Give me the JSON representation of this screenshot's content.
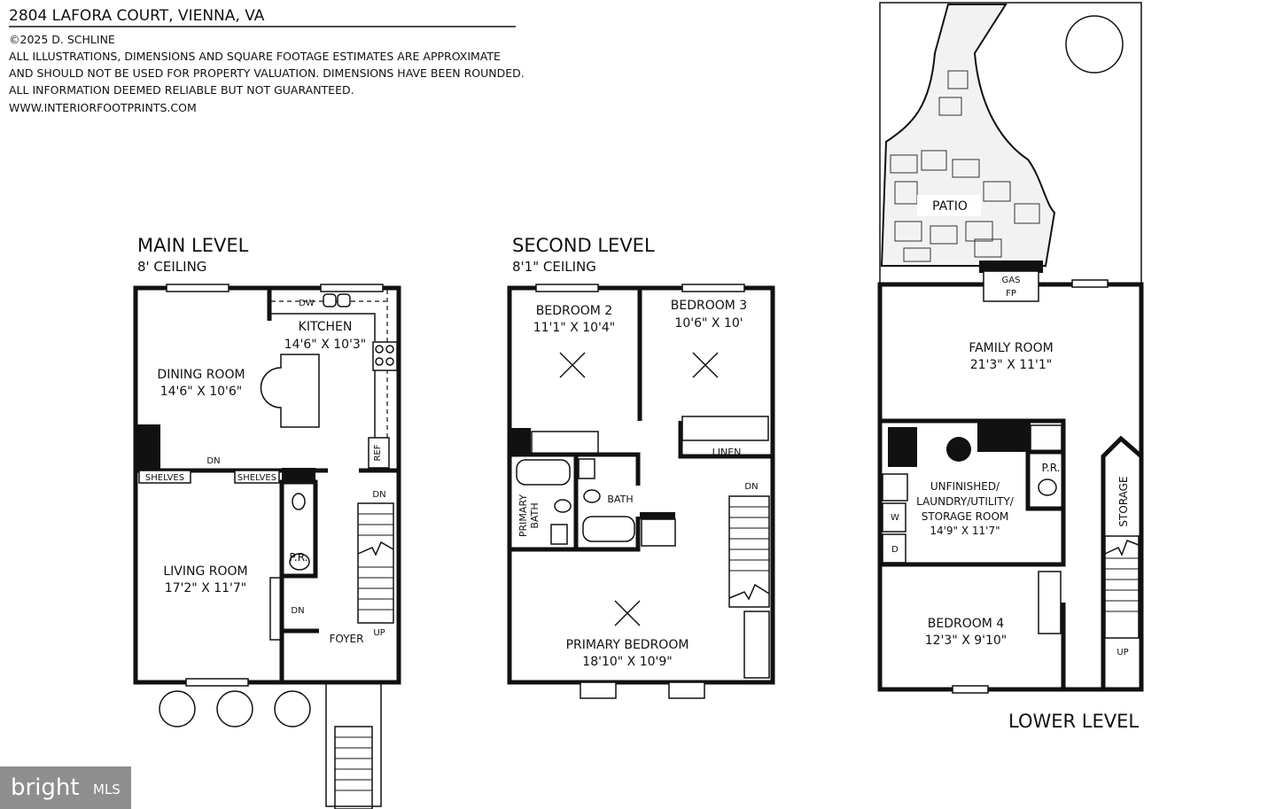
{
  "header": {
    "title": "2804 LAFORA COURT, VIENNA, VA",
    "copyright": "©2025 D. SCHLINE",
    "disclaimer_lines": [
      "ALL ILLUSTRATIONS, DIMENSIONS AND SQUARE FOOTAGE ESTIMATES ARE APPROXIMATE",
      "AND  SHOULD NOT BE USED FOR PROPERTY VALUATION. DIMENSIONS HAVE BEEN ROUNDED.",
      "ALL INFORMATION DEEMED RELIABLE BUT NOT GUARANTEED.",
      "WWW.INTERIORFOOTPRINTS.COM"
    ]
  },
  "main_level": {
    "title": "MAIN LEVEL",
    "ceiling": "8' CEILING",
    "rooms": {
      "kitchen": {
        "name": "KITCHEN",
        "dims": "14'6\" X 10'3\""
      },
      "dining": {
        "name": "DINING ROOM",
        "dims": "14'6\" X 10'6\""
      },
      "living": {
        "name": "LIVING ROOM",
        "dims": "17'2\" X 11'7\""
      },
      "powder": {
        "name": "P.R."
      },
      "foyer": {
        "name": "FOYER"
      }
    },
    "labels": {
      "dw": "DW",
      "ref": "REF",
      "shelves": "SHELVES",
      "dn": "DN",
      "up": "UP"
    }
  },
  "second_level": {
    "title": "SECOND LEVEL",
    "ceiling": "8'1\" CEILING",
    "rooms": {
      "bedroom2": {
        "name": "BEDROOM 2",
        "dims": "11'1\" X 10'4\""
      },
      "bedroom3": {
        "name": "BEDROOM 3",
        "dims": "10'6\" X 10'"
      },
      "primary_bedroom": {
        "name": "PRIMARY BEDROOM",
        "dims": "18'10\" X 10'9\""
      },
      "linen": {
        "name": "LINEN"
      },
      "bath": {
        "name": "BATH"
      },
      "primary_bath": {
        "name1": "PRIMARY",
        "name2": "BATH"
      }
    },
    "labels": {
      "dn": "DN"
    }
  },
  "lower_level": {
    "title": "LOWER LEVEL",
    "rooms": {
      "patio": {
        "name": "PATIO"
      },
      "family": {
        "name": "FAMILY ROOM",
        "dims": "21'3\" X 11'1\""
      },
      "unfinished": {
        "lines": [
          "UNFINISHED/",
          "LAUNDRY/UTILITY/",
          "STORAGE ROOM",
          "14'9\" X 11'7\""
        ]
      },
      "powder": {
        "name": "P.R."
      },
      "storage": {
        "name": "STORAGE"
      },
      "bedroom4": {
        "name": "BEDROOM 4",
        "dims": "12'3\" X 9'10\""
      }
    },
    "labels": {
      "gas": "GAS",
      "fp": "FP",
      "w": "W",
      "d": "D",
      "up": "UP"
    }
  },
  "watermark": {
    "text": "bright",
    "suffix": "MLS"
  }
}
